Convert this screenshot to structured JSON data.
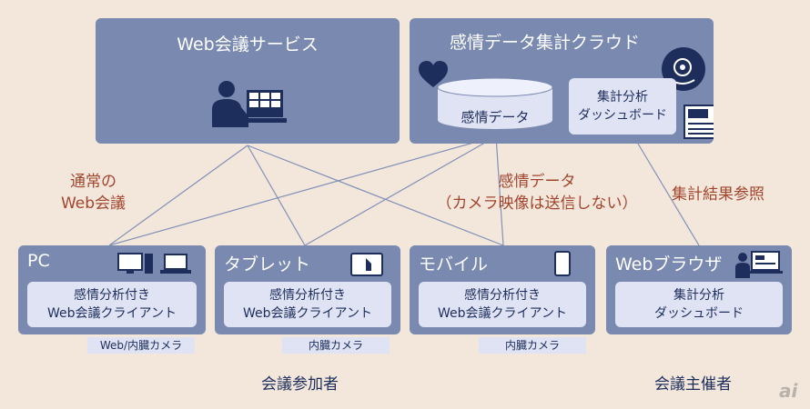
{
  "top": {
    "web_conf": {
      "title": "Web会議サービス"
    },
    "cloud": {
      "title": "感情データ集計クラウド",
      "db_label": "感情データ",
      "dashboard_line1": "集計分析",
      "dashboard_line2": "ダッシュボード"
    }
  },
  "labels": {
    "normal_line1": "通常の",
    "normal_line2": "Web会議",
    "emotion_line1": "感情データ",
    "emotion_line2": "（カメラ映像は送信しない）",
    "result_ref": "集計結果参照"
  },
  "devices": [
    {
      "title": "PC",
      "line1": "感情分析付き",
      "line2": "Web会議クライアント",
      "camera": "Web/内臓カメラ"
    },
    {
      "title": "タブレット",
      "line1": "感情分析付き",
      "line2": "Web会議クライアント",
      "camera": "内臓カメラ"
    },
    {
      "title": "モバイル",
      "line1": "感情分析付き",
      "line2": "Web会議クライアント",
      "camera": "内臓カメラ"
    },
    {
      "title": "Webブラウザ",
      "line1": "集計分析",
      "line2": "ダッシュボード"
    }
  ],
  "bottom": {
    "participants": "会議参加者",
    "host": "会議主催者"
  },
  "watermark": "ai",
  "colors": {
    "box": "#7a89b0",
    "inner": "#dfe3f3",
    "accent_red": "#a2452d",
    "text_dark": "#1d2d5c",
    "bg": "#f3e7dc"
  }
}
